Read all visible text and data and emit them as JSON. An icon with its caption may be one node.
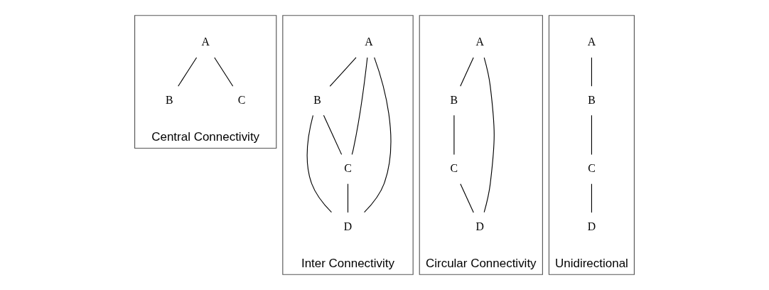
{
  "diagram": {
    "nodes": [
      {
        "text": [
          "Central Connectivity"
        ]
      },
      {
        "text": [
          "A"
        ],
        "in": 0
      },
      {
        "text": [
          "B"
        ],
        "in": 0
      },
      {
        "text": [
          "C"
        ],
        "in": 0
      },
      {
        "text": [
          "Inter Connectivity"
        ]
      },
      {
        "text": [
          "A"
        ],
        "in": 4
      },
      {
        "text": [
          "B"
        ],
        "in": 4
      },
      {
        "text": [
          "C"
        ],
        "in": 4
      },
      {
        "text": [
          "D"
        ],
        "in": 4
      },
      {
        "text": [
          "Circular Connectivity"
        ]
      },
      {
        "text": [
          "A"
        ],
        "in": 9
      },
      {
        "text": [
          "B"
        ],
        "in": 9
      },
      {
        "text": [
          "C"
        ],
        "in": 9
      },
      {
        "text": [
          "D"
        ],
        "in": 9
      },
      {
        "text": [
          "Unidirectional"
        ]
      },
      {
        "text": [
          "A"
        ],
        "in": 14
      },
      {
        "text": [
          "B"
        ],
        "in": 14
      },
      {
        "text": [
          "C"
        ],
        "in": 14
      },
      {
        "text": [
          "D"
        ],
        "in": 14
      }
    ],
    "edges": [
      {
        "from": 1,
        "to": 2,
        "arrow": "none"
      },
      {
        "from": 1,
        "to": 3,
        "arrow": "none"
      },
      {
        "from": 5,
        "to": 6,
        "arrow": "none"
      },
      {
        "from": 5,
        "to": 7,
        "arrow": "none"
      },
      {
        "from": 5,
        "to": 8,
        "arrow": "none"
      },
      {
        "from": 6,
        "to": 7,
        "arrow": "none"
      },
      {
        "from": 6,
        "to": 8,
        "arrow": "none"
      },
      {
        "from": 7,
        "to": 8,
        "arrow": "none"
      },
      {
        "from": 10,
        "to": 11,
        "arrow": "none"
      },
      {
        "from": 11,
        "to": 12,
        "arrow": "none"
      },
      {
        "from": 12,
        "to": 13,
        "arrow": "none"
      },
      {
        "from": 10,
        "to": 13,
        "arrow": "none"
      },
      {
        "from": 15,
        "to": 16,
        "arrow": "none"
      },
      {
        "from": 16,
        "to": 17,
        "arrow": "none"
      },
      {
        "from": 17,
        "to": 18,
        "arrow": "none"
      }
    ]
  }
}
